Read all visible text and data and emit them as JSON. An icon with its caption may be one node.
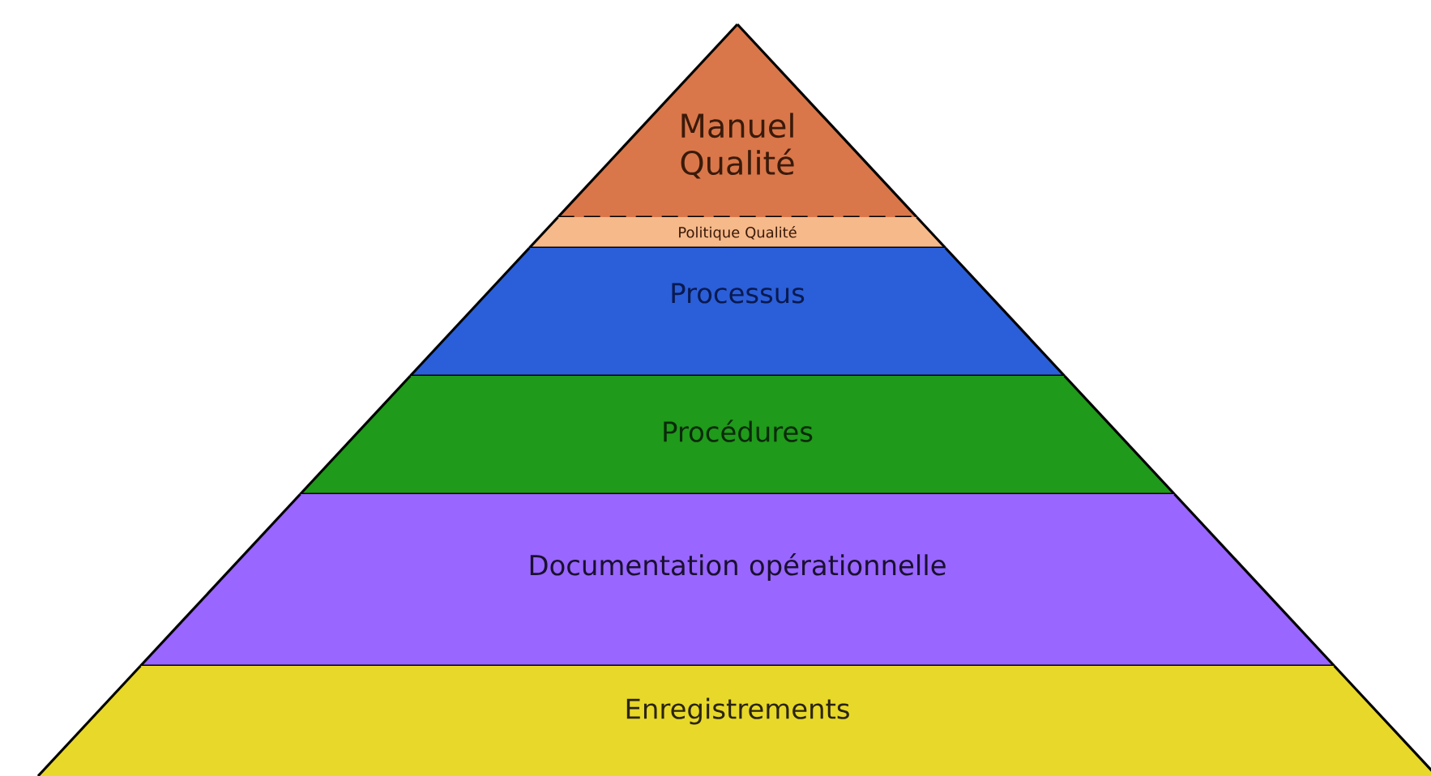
{
  "diagram": {
    "nodes": [
      {
        "text": [
          "Manuel Qualité"
        ]
      },
      {
        "text": [
          "Politique Qualité"
        ]
      },
      {
        "text": [
          "Processus"
        ]
      },
      {
        "text": [
          "Procédures"
        ]
      },
      {
        "text": [
          "Documentation opérationnelle"
        ]
      },
      {
        "text": [
          "Enregistrements"
        ]
      }
    ]
  }
}
